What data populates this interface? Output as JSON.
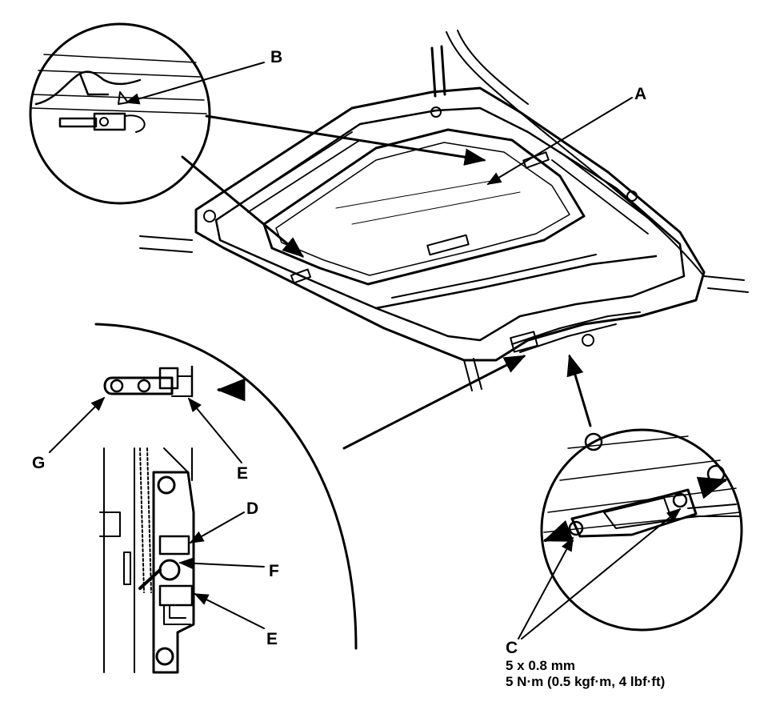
{
  "callouts": {
    "A": "A",
    "B": "B",
    "C": "C",
    "D": "D",
    "E_top": "E",
    "E_bottom": "E",
    "F": "F",
    "G": "G"
  },
  "spec": {
    "bolt_size": "5 x 0.8 mm",
    "torque": "5 N·m (0.5 kgf·m, 4 lbf·ft)"
  }
}
